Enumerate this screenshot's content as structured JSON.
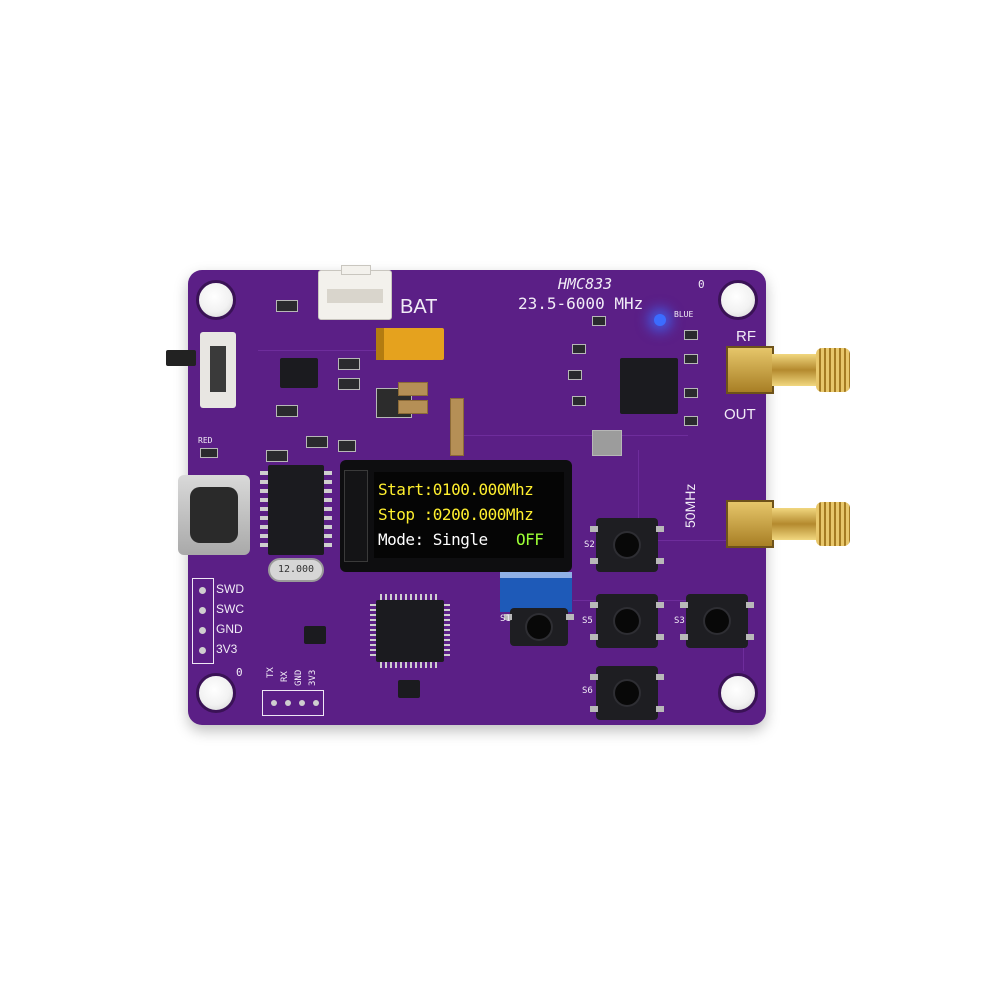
{
  "board": {
    "model": "HMC833",
    "range": "23.5-6000 MHz",
    "bat_label": "BAT",
    "rf_label": "RF",
    "out_label": "OUT",
    "ref_label": "50MHz",
    "pin_labels": [
      "SWD",
      "SWC",
      "GND",
      "3V3"
    ],
    "serial_labels": [
      "TX",
      "RX",
      "GND",
      "3V3"
    ],
    "zero_label": "0",
    "led_label": "BLUE",
    "red_label": "RED",
    "crystal_label": "12.000",
    "button_labels": [
      "S2",
      "S5",
      "S3",
      "S6",
      "S1"
    ]
  },
  "display": {
    "start_label": "Start:",
    "start_value": "0100.000Mhz",
    "stop_label": "Stop :",
    "stop_value": "0200.000Mhz",
    "mode_label": "Mode: Single",
    "mode_state": "OFF"
  },
  "colors": {
    "pcb": "#5b1f86",
    "oled_yellow": "#ffef2e",
    "oled_green": "#9cff35",
    "led": "#3b6cff"
  }
}
